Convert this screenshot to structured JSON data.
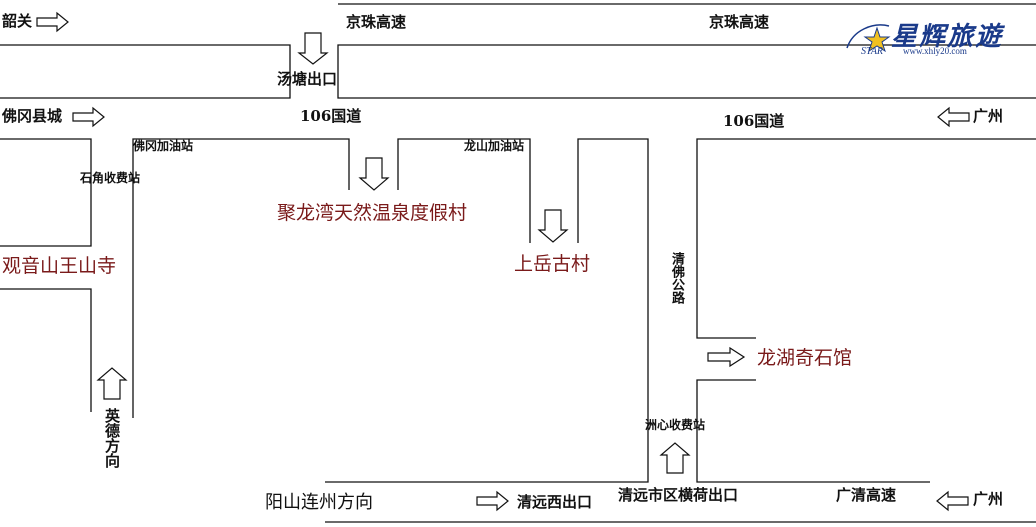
{
  "roads": {
    "expressway_left": "京珠高速",
    "expressway_right": "京珠高速",
    "national_road_left": "106国道",
    "national_road_right": "106国道",
    "qingfo_road": "清佛公路",
    "guangqing_expressway": "广清高速"
  },
  "directions": {
    "shaoguan": "韶关",
    "fogang_county": "佛冈县城",
    "guangzhou_top": "广州",
    "guangzhou_bottom": "广州",
    "yingde": "英德方向",
    "yangshan_lianzhou": "阳山连州方向"
  },
  "exits": {
    "tangtang": "汤塘出口",
    "qingyuan_west": "清远西出口",
    "hengghe": "清远市区横荷出口"
  },
  "stations": {
    "shijiao_toll": "石角收费站",
    "fogang_gas": "佛冈加油站",
    "longshan_gas": "龙山加油站",
    "zhouxin_toll": "洲心收费站"
  },
  "attractions": {
    "guanyinshan": "观音山王山寺",
    "julongwan": "聚龙湾天然温泉度假村",
    "shangyue": "上岳古村",
    "longhu": "龙湖奇石馆"
  },
  "logo": {
    "name": "星辉旅遊",
    "en": "STAR",
    "url": "www.xhly20.com"
  },
  "colors": {
    "road_line": "#111111",
    "attraction": "#7a1a1a",
    "logo": "#1a3a8a",
    "logo_star": "#f0c020"
  }
}
